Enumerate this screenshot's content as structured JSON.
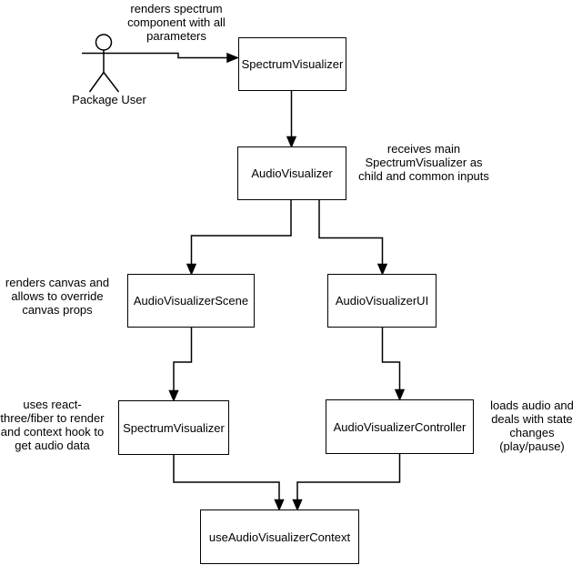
{
  "diagram": {
    "background_color": "#ffffff",
    "stroke_color": "#000000",
    "text_color": "#000000",
    "actor": {
      "label": "Package User"
    },
    "nodes": {
      "spectrum_top": {
        "label": "SpectrumVisualizer"
      },
      "audio_visualizer": {
        "label": "AudioVisualizer"
      },
      "scene": {
        "label": "AudioVisualizerScene"
      },
      "ui": {
        "label": "AudioVisualizerUI"
      },
      "spectrum_inner": {
        "label": "SpectrumVisualizer"
      },
      "controller": {
        "label": "AudioVisualizerController"
      },
      "context_hook": {
        "label": "useAudioVisualizerContext"
      }
    },
    "annotations": {
      "renders_spectrum": {
        "text": "renders spectrum\ncomponent with all\nparameters"
      },
      "receives_main": {
        "text": "receives main\nSpectrumVisualizer as\nchild and common inputs"
      },
      "renders_canvas": {
        "text": "renders canvas and\nallows to override\ncanvas props"
      },
      "react_fiber": {
        "text": "uses react-\nthree/fiber to render\nand context hook to\nget audio data"
      },
      "loads_audio": {
        "text": "loads audio and\ndeals with state\nchanges\n(play/pause)"
      }
    },
    "edges": [
      {
        "from": "Package User",
        "to": "SpectrumVisualizer"
      },
      {
        "from": "SpectrumVisualizer",
        "to": "AudioVisualizer"
      },
      {
        "from": "AudioVisualizer",
        "to": "AudioVisualizerScene"
      },
      {
        "from": "AudioVisualizer",
        "to": "AudioVisualizerUI"
      },
      {
        "from": "AudioVisualizerScene",
        "to": "SpectrumVisualizer"
      },
      {
        "from": "AudioVisualizerUI",
        "to": "AudioVisualizerController"
      },
      {
        "from": "SpectrumVisualizer",
        "to": "useAudioVisualizerContext"
      },
      {
        "from": "AudioVisualizerController",
        "to": "useAudioVisualizerContext"
      }
    ]
  }
}
